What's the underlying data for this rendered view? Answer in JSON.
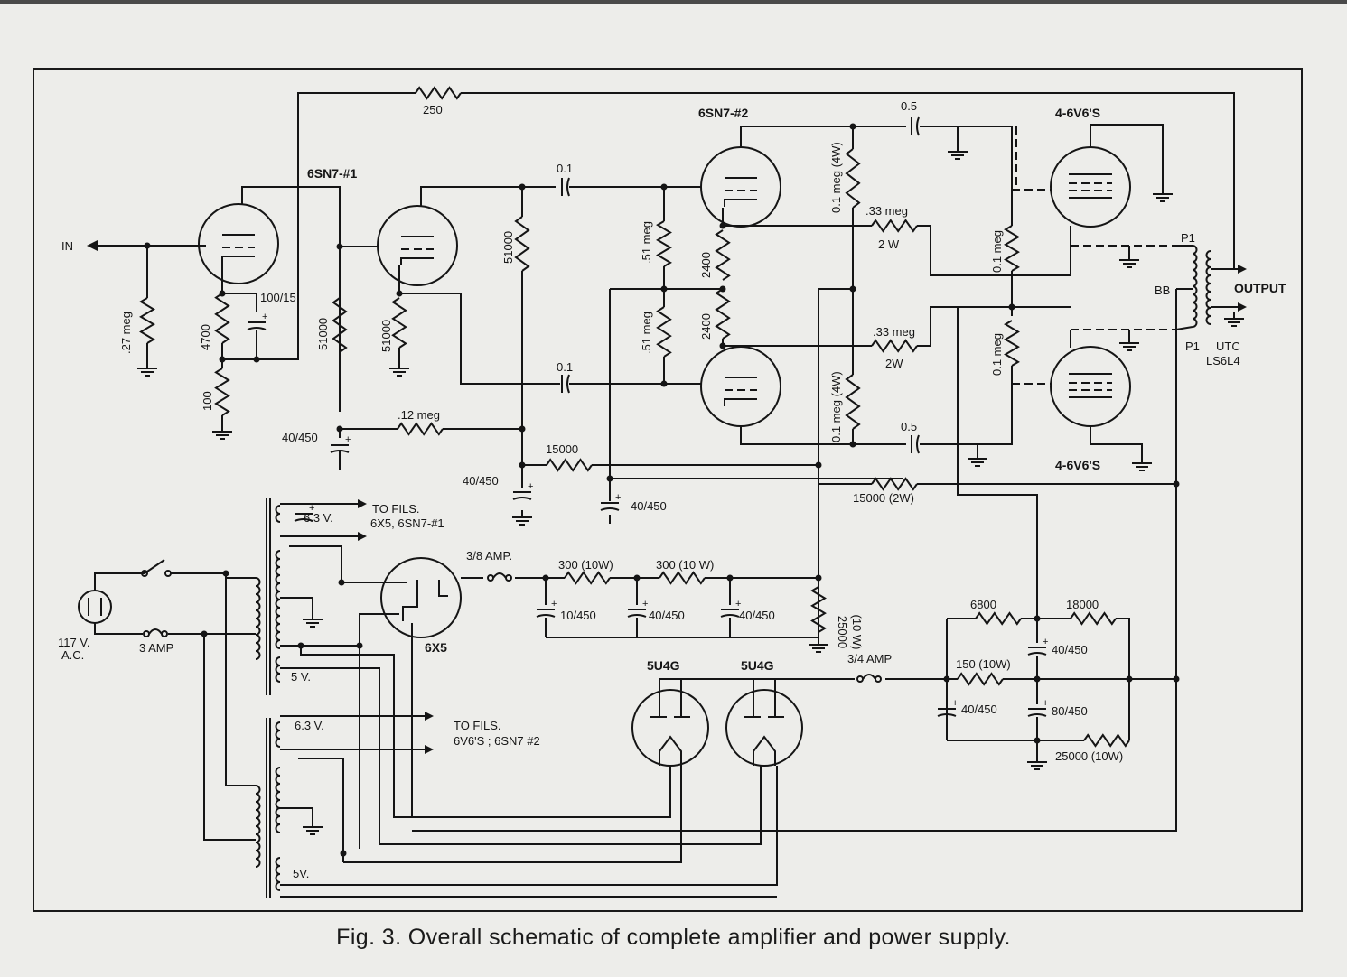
{
  "caption": "Fig. 3. Overall schematic of complete amplifier and power supply.",
  "tubes": {
    "v1": "6SN7-#1",
    "v2": "6SN7-#2",
    "out_top": "4-6V6'S",
    "out_bottom": "4-6V6'S",
    "rect_6x5": "6X5",
    "rect_5u4g_a": "5U4G",
    "rect_5u4g_b": "5U4G"
  },
  "io": {
    "input": "IN",
    "output": "OUTPUT",
    "transformer": "UTC",
    "transformer_model": "LS6L4",
    "p1_top": "P1",
    "bb": "BB",
    "p1_bottom": "P1",
    "mains": "117 V.",
    "mains_ac": "A.C."
  },
  "components": {
    "r_fb": "250",
    "r_in": ".27 meg",
    "r_k1": "4700",
    "r_k1b": "100",
    "c_k1": "100/15",
    "r_p1": "51000",
    "r_g2": "51000",
    "r_p2": "51000",
    "c_c1": "0.1",
    "c_c2": "0.1",
    "r_g3a": ".51 meg",
    "r_g3b": ".51 meg",
    "r_cat_a": "2400",
    "r_cat_b": "2400",
    "r_p3a": "0.1 meg (4W)",
    "r_p3b": "0.1 meg (4W)",
    "c_out_a": "0.5",
    "c_out_b": "0.5",
    "r_g4a": "0.1 meg",
    "r_g4b": "0.1 meg",
    "r_fb_a": ".33 meg",
    "r_fb_a_w": "2 W",
    "r_fb_b": ".33 meg",
    "r_fb_b_w": "2W",
    "r_dec1": ".12 meg",
    "c_dec1": "40/450",
    "r_dec2": "15000",
    "c_dec2": "40/450",
    "c_dec3": "40/450",
    "r_dec3": "15000 (2W)"
  },
  "power": {
    "tap_63": "6.3 V.",
    "fils_a_line1": "TO FILS.",
    "fils_a_line2": "6X5, 6SN7-#1",
    "tap_5a": "5 V.",
    "tap_63b": "6.3 V.",
    "fils_b_line1": "TO FILS.",
    "fils_b_line2": "6V6'S ; 6SN7 #2",
    "tap_5b": "5V.",
    "fuse_main": "3 AMP",
    "fuse_38": "3/8 AMP.",
    "fuse_34": "3/4 AMP",
    "r_300a": "300 (10W)",
    "r_300b": "300 (10 W)",
    "c_p1": "10/450",
    "c_p2": "40/450",
    "c_p3": "40/450",
    "r_bleed": "25000",
    "r_bleed_w": "(10 W)",
    "r_6800": "6800",
    "r_18000": "18000",
    "r_150": "150 (10W)",
    "c_p4": "40/450",
    "c_p5": "40/450",
    "c_p6": "80/450",
    "r_25000b": "25000 (10W)"
  }
}
